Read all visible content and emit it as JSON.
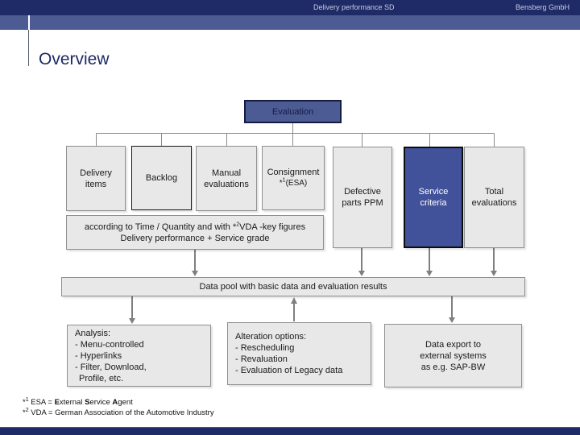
{
  "colors": {
    "navy": "#1f2b66",
    "band_blue": "#4c5b94",
    "highlight_blue": "#42529a",
    "box_gray": "#e8e8e8",
    "border_gray": "#8f8f8f",
    "line_gray": "#7f7f7f"
  },
  "header": {
    "title": "Delivery performance SD",
    "company": "Bensberg GmbH"
  },
  "page_title": "Overview",
  "diagram": {
    "evaluation": {
      "label": "Evaluation"
    },
    "delivery_items": {
      "line1": "Delivery",
      "line2": "items"
    },
    "backlog": {
      "line1": "Backlog"
    },
    "manual_evaluations": {
      "line1": "Manual",
      "line2": "evaluations"
    },
    "consignment": {
      "line1": "Consignment",
      "star": "*",
      "sup": "1",
      "rest": "(ESA)"
    },
    "defective_parts": {
      "line1": "Defective",
      "line2": "parts PPM"
    },
    "service_criteria": {
      "line1": "Service",
      "line2": "criteria"
    },
    "total_evaluations": {
      "line1": "Total",
      "line2": "evaluations"
    },
    "according": {
      "pre": "according to Time / Quantity and with *",
      "sup": "2",
      "post": "VDA -key figures",
      "line2": "Delivery performance + Service grade"
    },
    "data_pool": {
      "label": "Data pool with basic data and evaluation results"
    },
    "analysis": {
      "title": "Analysis:",
      "item1": "- Menu-controlled",
      "item2": "- Hyperlinks",
      "item3": "- Filter, Download,",
      "item4": "Profile, etc."
    },
    "alteration": {
      "title": "Alteration options:",
      "item1": "- Rescheduling",
      "item2": "- Revaluation",
      "item3": "- Evaluation of Legacy data"
    },
    "data_export": {
      "line1": "Data export to",
      "line2": "external systems",
      "line3": "as e.g. SAP-BW"
    }
  },
  "footnotes": {
    "f1": {
      "star": "*",
      "sup": "1",
      "mid": " ESA = ",
      "b1": "E",
      "t1": "xternal ",
      "b2": "S",
      "t2": "ervice ",
      "b3": "A",
      "t3": "gent"
    },
    "f2": {
      "star": "*",
      "sup": "2",
      "text": " VDA = German Association of the Automotive Industry"
    }
  }
}
